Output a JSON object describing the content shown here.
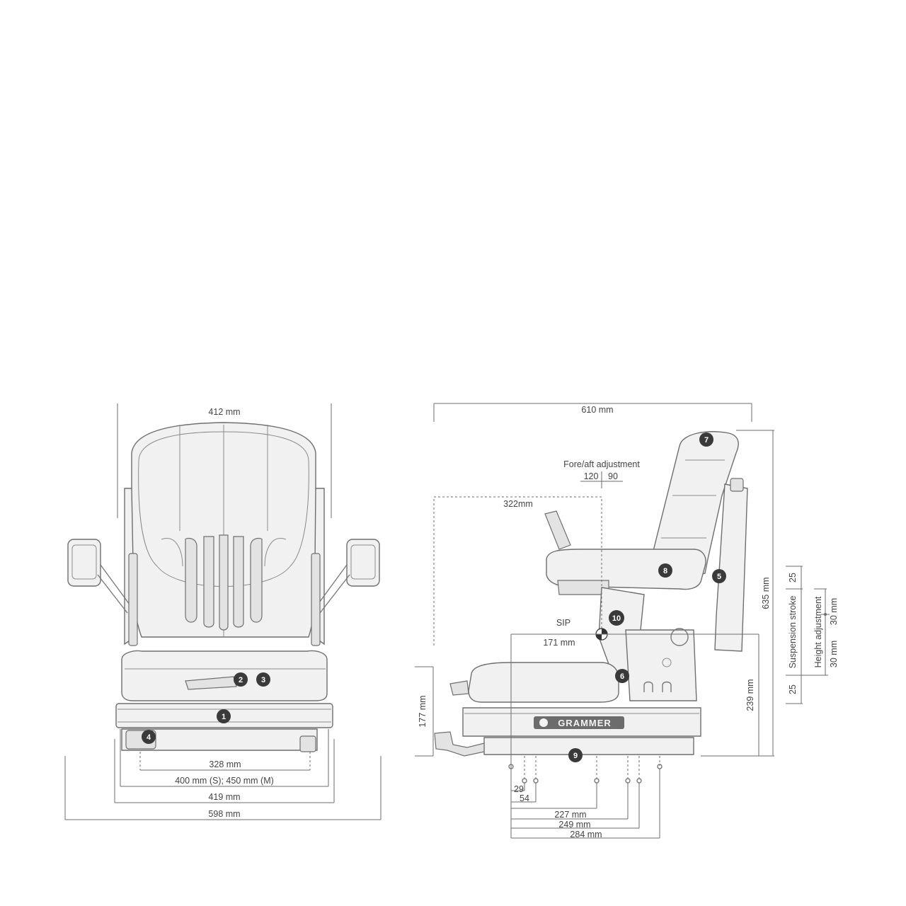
{
  "brand": "GRAMMER",
  "front_view": {
    "dimensions": {
      "top_width": "412 mm",
      "mount_inner": "328 mm",
      "mount_outer": "400 mm (S); 450 mm (M)",
      "base_width": "419 mm",
      "overall_width": "598 mm"
    },
    "callouts": [
      "1",
      "2",
      "3",
      "4"
    ]
  },
  "side_view": {
    "dimensions": {
      "overall_depth": "610 mm",
      "fore_aft_label": "Fore/aft adjustment",
      "fore_aft_back": "120",
      "fore_aft_forward": "90",
      "sip_depth": "322mm",
      "sip_label": "SIP",
      "sip_to_rear": "171 mm",
      "left_height": "177 mm",
      "sip_height": "239 mm",
      "overall_height": "635 mm",
      "suspension_top": "25",
      "suspension_bottom": "25",
      "suspension_label": "Suspension stroke",
      "height_adj_label": "Height adjustment",
      "height_adj_upper": "30 mm",
      "height_adj_lower": "30 mm",
      "rail_29": "29",
      "rail_54": "54",
      "rail_227": "227 mm",
      "rail_249": "249 mm",
      "rail_284": "284 mm"
    },
    "callouts": [
      "5",
      "6",
      "7",
      "8",
      "9",
      "10"
    ]
  }
}
